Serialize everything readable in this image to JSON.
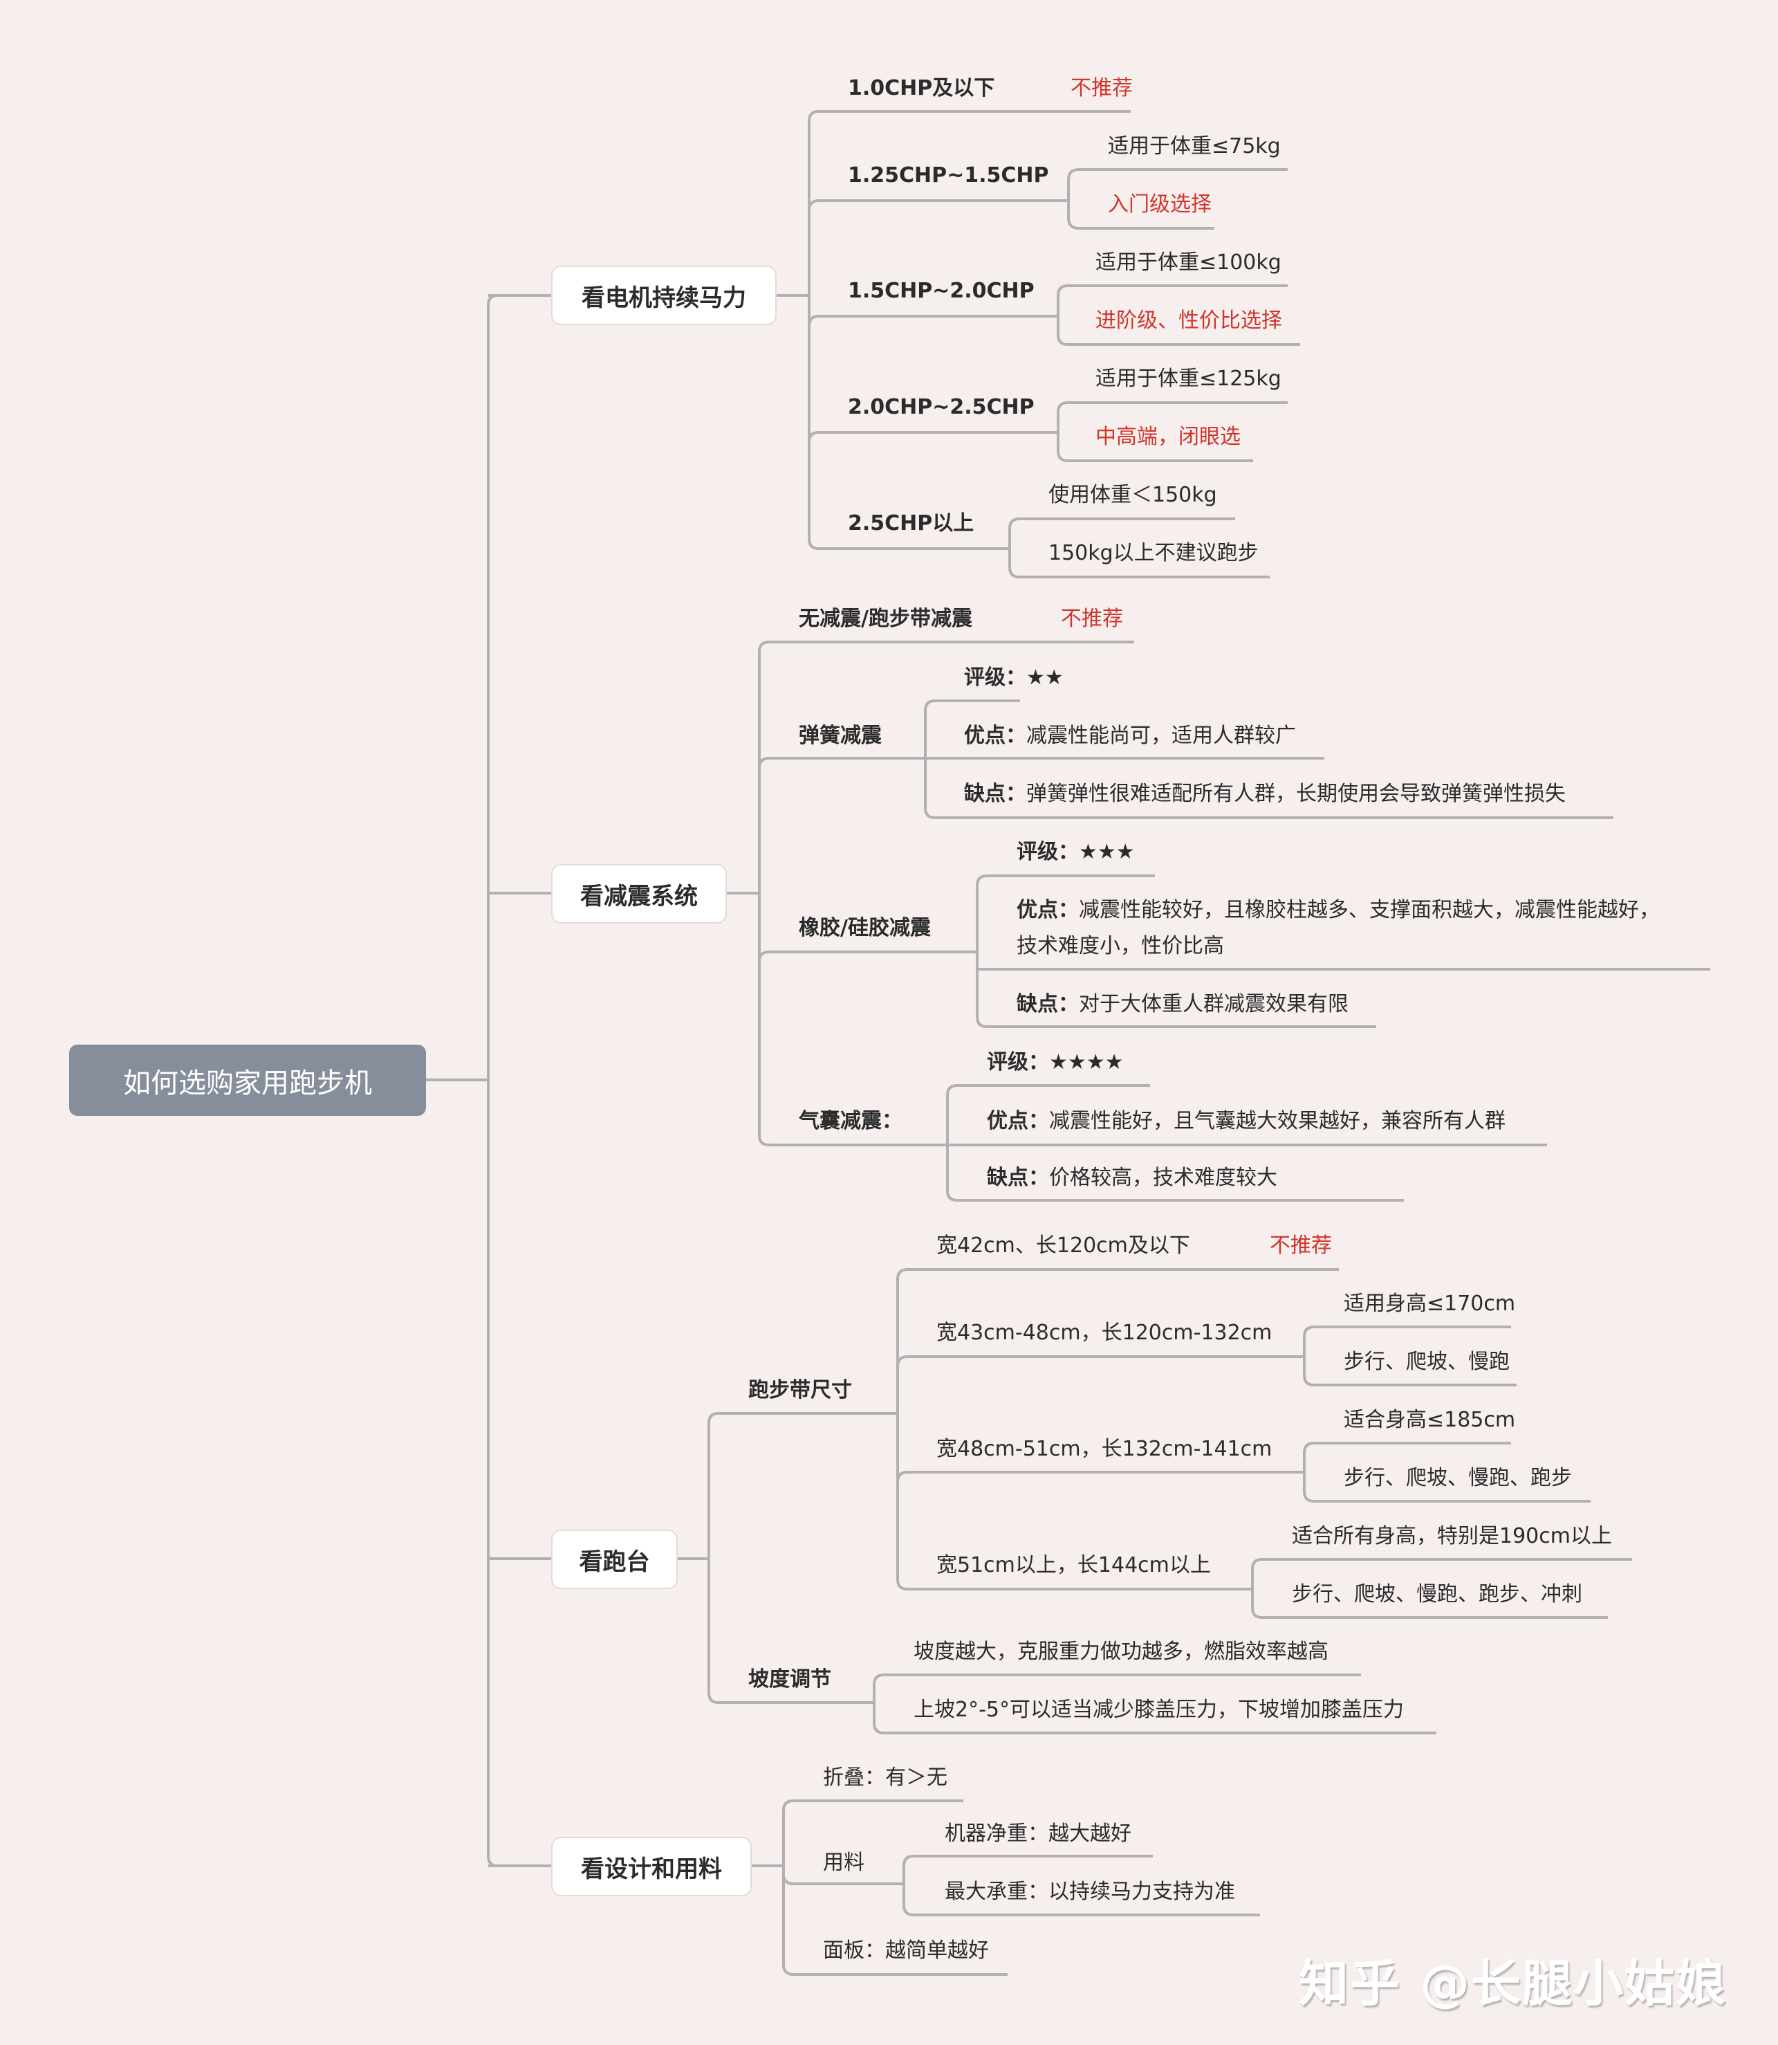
{
  "root": {
    "label": "如何选购家用跑步机"
  },
  "branches": [
    {
      "label": "看电机持续马力",
      "children": [
        {
          "label": "1.0CHP及以下",
          "note": "不推荐"
        },
        {
          "label": "1.25CHP~1.5CHP",
          "children": [
            "适用于体重≤75kg",
            "入门级选择"
          ]
        },
        {
          "label": "1.5CHP~2.0CHP",
          "children": [
            "适用于体重≤100kg",
            "进阶级、性价比选择"
          ]
        },
        {
          "label": "2.0CHP~2.5CHP",
          "children": [
            "适用于体重≤125kg",
            "中高端，闭眼选"
          ]
        },
        {
          "label": "2.5CHP以上",
          "children": [
            "使用体重＜150kg",
            "150kg以上不建议跑步"
          ]
        }
      ]
    },
    {
      "label": "看减震系统",
      "children": [
        {
          "label": "无减震/跑步带减震",
          "note": "不推荐"
        },
        {
          "label": "弹簧减震",
          "rating_key": "评级：",
          "rating": "★★",
          "pros_key": "优点：",
          "pros": "减震性能尚可，适用人群较广",
          "cons_key": "缺点：",
          "cons": "弹簧弹性很难适配所有人群，长期使用会导致弹簧弹性损失"
        },
        {
          "label": "橡胶/硅胶减震",
          "rating_key": "评级：",
          "rating": "★★★",
          "pros_key": "优点：",
          "pros": "减震性能较好，且橡胶柱越多、支撑面积越大，减震性能越好，",
          "pros2": "技术难度小，性价比高",
          "cons_key": "缺点：",
          "cons": "对于大体重人群减震效果有限"
        },
        {
          "label": "气囊减震：",
          "rating_key": "评级：",
          "rating": "★★★★",
          "pros_key": "优点：",
          "pros": "减震性能好，且气囊越大效果越好，兼容所有人群",
          "cons_key": "缺点：",
          "cons": "价格较高，技术难度较大"
        }
      ]
    },
    {
      "label": "看跑台",
      "children": [
        {
          "label": "跑步带尺寸",
          "children": [
            {
              "label": "宽42cm、长120cm及以下",
              "note": "不推荐"
            },
            {
              "label": "宽43cm-48cm，长120cm-132cm",
              "children": [
                "适用身高≤170cm",
                "步行、爬坡、慢跑"
              ]
            },
            {
              "label": "宽48cm-51cm，长132cm-141cm",
              "children": [
                "适合身高≤185cm",
                "步行、爬坡、慢跑、跑步"
              ]
            },
            {
              "label": "宽51cm以上，长144cm以上",
              "children": [
                "适合所有身高，特别是190cm以上",
                "步行、爬坡、慢跑、跑步、冲刺"
              ]
            }
          ]
        },
        {
          "label": "坡度调节",
          "children": [
            "坡度越大，克服重力做功越多，燃脂效率越高",
            "上坡2°-5°可以适当减少膝盖压力，下坡增加膝盖压力"
          ]
        }
      ]
    },
    {
      "label": "看设计和用料",
      "children": [
        {
          "label": "折叠：有＞无"
        },
        {
          "label": "用料",
          "children": [
            "机器净重：越大越好",
            "最大承重：以持续马力支持为准"
          ]
        },
        {
          "label": "面板：越简单越好"
        }
      ]
    }
  ],
  "watermark": "知乎 @长腿小姑娘",
  "colors": {
    "background": "#f7efee",
    "root": "#868e9b",
    "line": "#b3b0b3",
    "accent_red": "#d0352b",
    "text": "#2b2b2b"
  }
}
